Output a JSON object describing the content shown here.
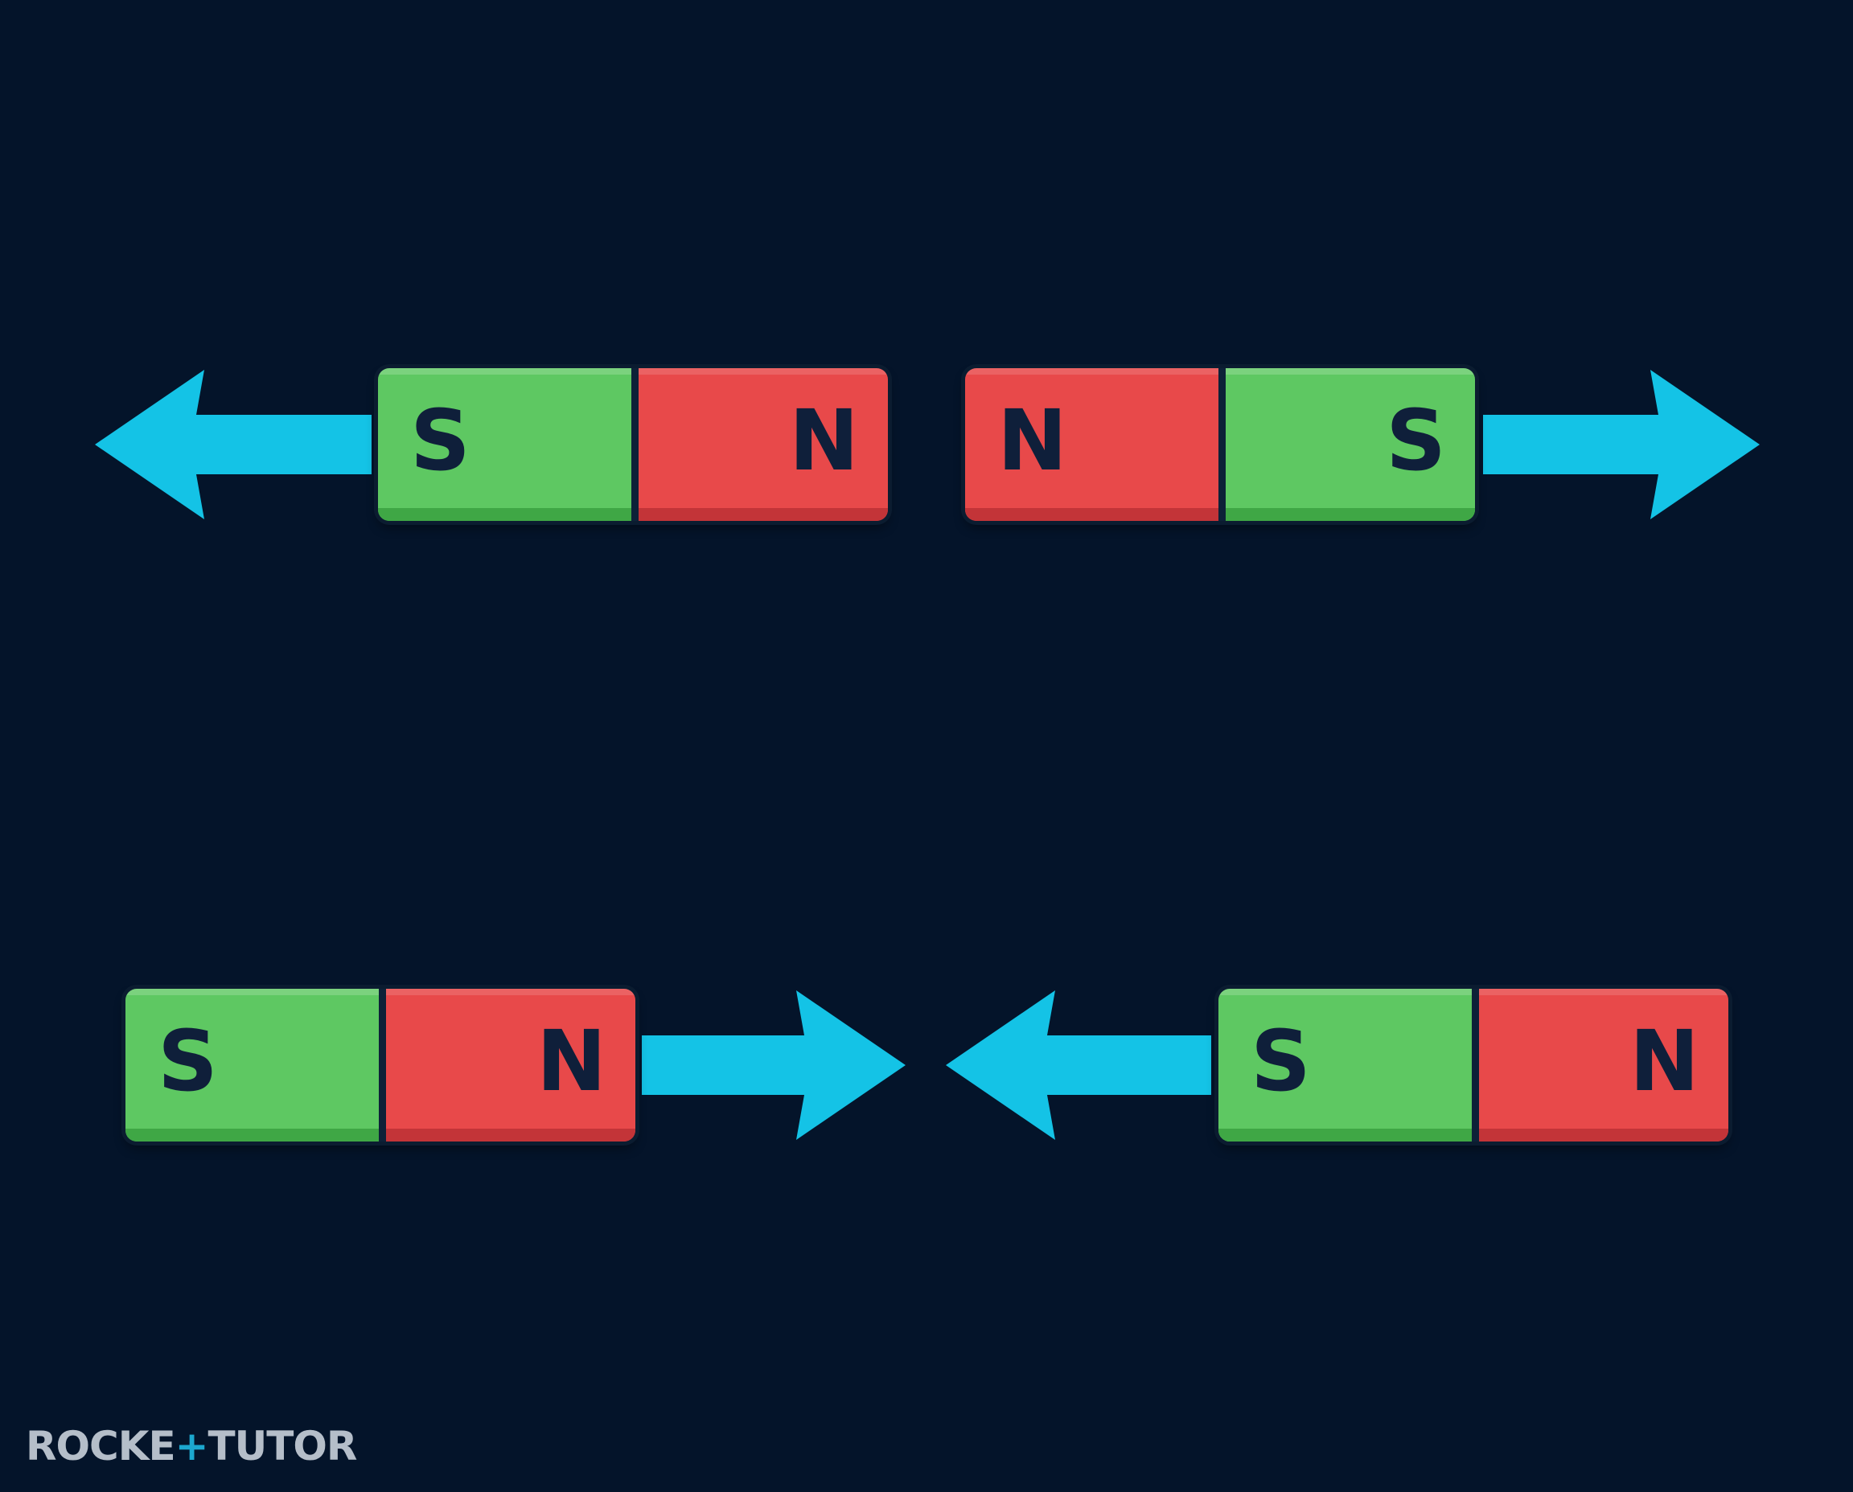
{
  "diagram": {
    "top_row": {
      "left_magnet": {
        "left_pole": "S",
        "right_pole": "N"
      },
      "right_magnet": {
        "left_pole": "N",
        "right_pole": "S"
      }
    },
    "bottom_row": {
      "left_magnet": {
        "left_pole": "S",
        "right_pole": "N"
      },
      "right_magnet": {
        "left_pole": "S",
        "right_pole": "N"
      }
    }
  },
  "watermark": {
    "text_a": "ROCKE",
    "plus": "+",
    "text_b": "TUTOR"
  },
  "colors": {
    "background": "#04142a",
    "south_pole": "#5ec862",
    "north_pole": "#e8494a",
    "arrow": "#14c3e6",
    "letter": "#0f1f3a"
  }
}
